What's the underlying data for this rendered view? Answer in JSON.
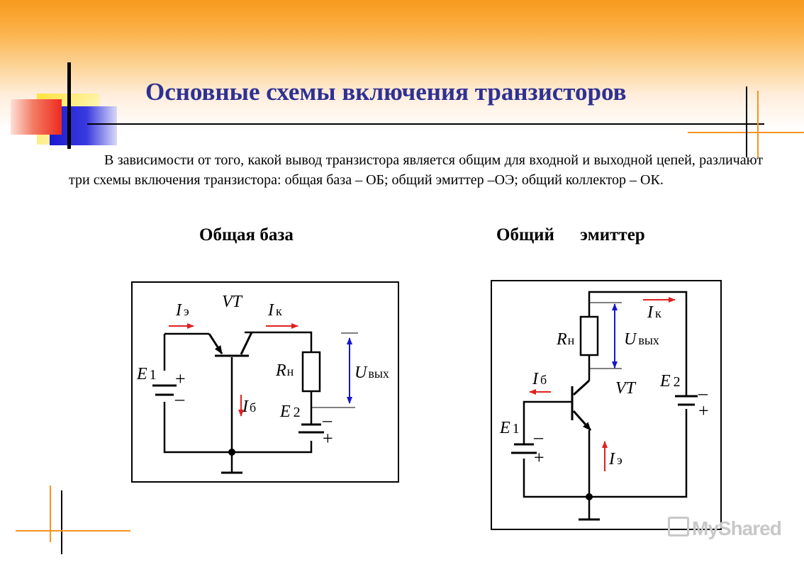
{
  "slide": {
    "title": "Основные схемы включения транзисторов",
    "intro_text": "В зависимости от  того, какой вывод транзистора является  общим для входной и выходной цепей, различают три схемы включения транзистора: общая база – ОБ; общий эмиттер –ОЭ;  общий коллектор – ОК.",
    "caption_left": "Общая база",
    "caption_right": "Общий эмиттер",
    "watermark": "MyShared"
  },
  "colors": {
    "title": "#2e3192",
    "deco_yellow": "#ffe23a",
    "deco_red": "#ee2a1f",
    "deco_blue": "#2020d0",
    "deco_orange_line": "#f7931e",
    "arrow_red": "#e02020",
    "arrow_blue": "#1515d0",
    "wire": "#000000"
  },
  "diagrams": {
    "common_base": {
      "vt": "VT",
      "current_emitter": "I",
      "current_emitter_sub": "э",
      "current_collector": "I",
      "current_collector_sub": "к",
      "current_base": "I",
      "current_base_sub": "б",
      "resistor": "R",
      "resistor_sub": "н",
      "output_voltage": "U",
      "output_voltage_sub": "вых",
      "source1": "E",
      "source1_sub": "1",
      "source2": "E",
      "source2_sub": "2",
      "plus": "+",
      "minus": "–"
    },
    "common_emitter": {
      "vt": "VT",
      "current_collector": "I",
      "current_collector_sub": "к",
      "current_base": "I",
      "current_base_sub": "б",
      "current_emitter": "I",
      "current_emitter_sub": "э",
      "resistor": "R",
      "resistor_sub": "н",
      "output_voltage": "U",
      "output_voltage_sub": "вых",
      "source1": "E",
      "source1_sub": "1",
      "source2": "E",
      "source2_sub": "2",
      "plus": "+",
      "minus": "–"
    }
  }
}
